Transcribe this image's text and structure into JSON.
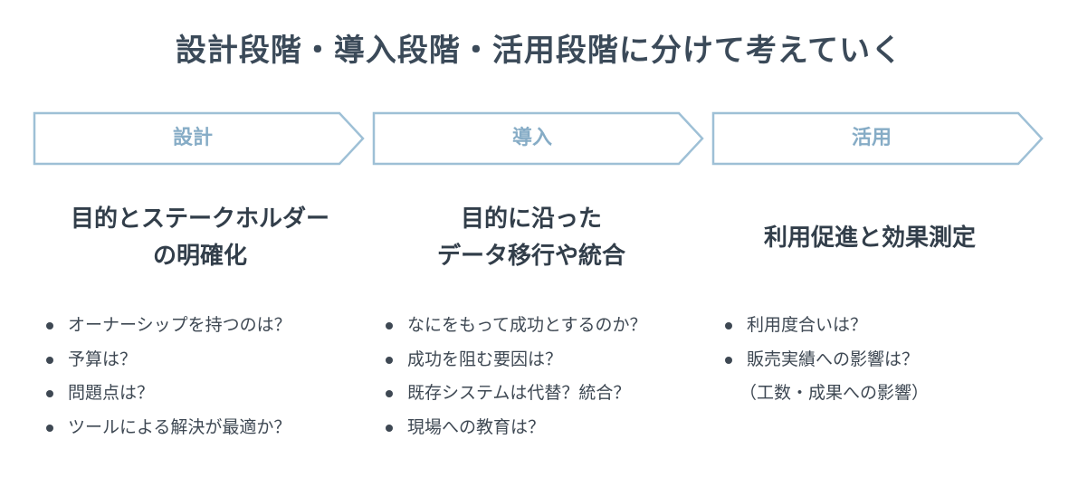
{
  "title": "設計段階・導入段階・活用段階に分けて考えていく",
  "colors": {
    "arrow_stroke": "#9ec0d6",
    "arrow_text": "#86acc6",
    "text": "#333f4b"
  },
  "stages": [
    {
      "label": "設計",
      "heading": [
        "目的とステークホルダー",
        "の明確化"
      ],
      "bullets": [
        "オーナーシップを持つのは？",
        "予算は？",
        "問題点は？",
        "ツールによる解決が最適か？"
      ]
    },
    {
      "label": "導入",
      "heading": [
        "目的に沿った",
        "データ移行や統合"
      ],
      "bullets": [
        "なにをもって成功とするのか？",
        "成功を阻む要因は？",
        "既存システムは代替？統合？",
        "現場への教育は？"
      ]
    },
    {
      "label": "活用",
      "heading": [
        "利用促進と効果測定"
      ],
      "bullets": [
        "利用度合いは？",
        "販売実績への影響は？"
      ],
      "bullet_continuation": "（工数・成果への影響）"
    }
  ]
}
